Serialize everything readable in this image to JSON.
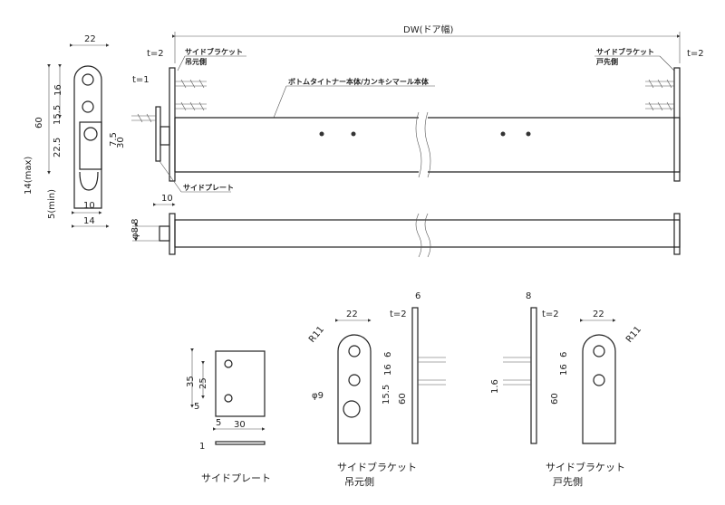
{
  "top_view": {
    "width_label": "DW(ドア幅)",
    "t_left": "t=2",
    "t_right": "t=2",
    "t_plate": "t=1",
    "bracket_left_name": "サイドブラケット",
    "bracket_left_sub": "吊元側",
    "bracket_right_name": "サイドブラケット",
    "bracket_right_sub": "戸先側",
    "body_label": "ボトムタイトナー本体/カンキシマール本体",
    "side_plate_label": "サイドプレート"
  },
  "side_section": {
    "d_22": "22",
    "d_16": "16",
    "d_60": "60",
    "d_15_5": "15.5",
    "d_22_5": "22.5",
    "d_7_5": "7.5",
    "d_30": "30",
    "d_14max": "14(max)",
    "d_5min": "5(min)",
    "d_10": "10",
    "d_14": "14"
  },
  "front_view": {
    "d_phi8_8": "φ8.8",
    "d_10": "10"
  },
  "side_plate_detail": {
    "d_35": "35",
    "d_25": "25",
    "d_5a": "5",
    "d_5b": "5",
    "d_30": "30",
    "d_1": "1",
    "caption": "サイドプレート"
  },
  "bracket_hinge_detail": {
    "d_22": "22",
    "d_R11": "R11",
    "d_6": "6",
    "d_16": "16",
    "d_phi9": "φ9",
    "d_15_5": "15.5",
    "d_60": "60",
    "d_t2": "t=2",
    "d_6top": "6",
    "caption_name": "サイドブラケット",
    "caption_sub": "吊元側"
  },
  "bracket_door_detail": {
    "d_8": "8",
    "d_t2": "t=2",
    "d_22": "22",
    "d_R11": "R11",
    "d_6": "6",
    "d_16": "16",
    "d_1_6": "1.6",
    "d_60": "60",
    "caption_name": "サイドブラケット",
    "caption_sub": "戸先側"
  }
}
